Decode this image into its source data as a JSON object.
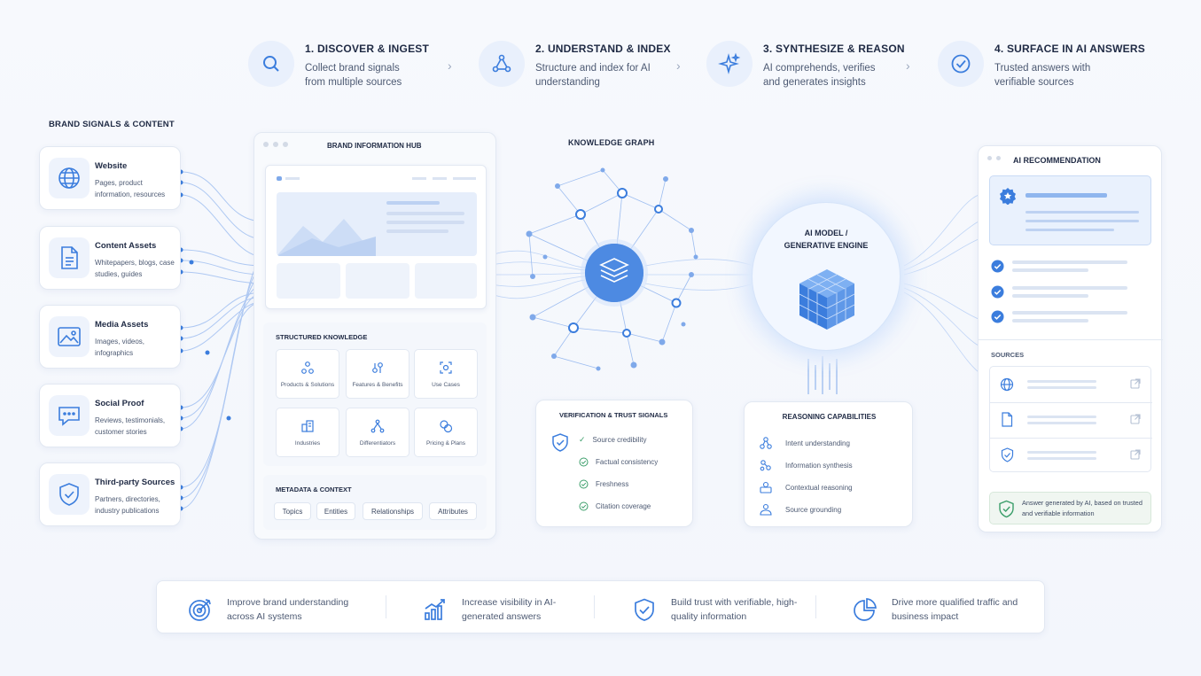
{
  "steps": [
    {
      "title": "1. DISCOVER & INGEST",
      "desc": "Collect brand signals from multiple sources",
      "icon": "search-icon"
    },
    {
      "title": "2. UNDERSTAND & INDEX",
      "desc": "Structure and index for AI understanding",
      "icon": "graph-icon"
    },
    {
      "title": "3. SYNTHESIZE & REASON",
      "desc": "AI comprehends, verifies and generates insights",
      "icon": "sparkle-icon"
    },
    {
      "title": "4. SURFACE IN AI ANSWERS",
      "desc": "Trusted answers with verifiable sources",
      "icon": "check-circle-icon"
    }
  ],
  "signals": {
    "title": "BRAND SIGNALS & CONTENT",
    "items": [
      {
        "title": "Website",
        "desc": "Pages, product information, resources",
        "icon": "globe-icon"
      },
      {
        "title": "Content Assets",
        "desc": "Whitepapers, blogs, case studies, guides",
        "icon": "document-icon"
      },
      {
        "title": "Media Assets",
        "desc": "Images, videos, infographics",
        "icon": "image-icon"
      },
      {
        "title": "Social Proof",
        "desc": "Reviews, testimonials, customer stories",
        "icon": "chat-icon"
      },
      {
        "title": "Third-party Sources",
        "desc": "Partners, directories, industry publications",
        "icon": "shield-icon"
      }
    ]
  },
  "hub": {
    "title": "BRAND INFORMATION HUB",
    "structured_title": "STRUCTURED KNOWLEDGE",
    "tiles": [
      "Products & Solutions",
      "Features & Benefits",
      "Use Cases",
      "Industries",
      "Differentiators",
      "Pricing & Plans"
    ],
    "metadata_title": "METADATA & CONTEXT",
    "tags": [
      "Topics",
      "Entities",
      "Relationships",
      "Attributes"
    ]
  },
  "graph": {
    "title": "KNOWLEDGE GRAPH"
  },
  "verification": {
    "title": "VERIFICATION & TRUST SIGNALS",
    "items": [
      "Source credibility",
      "Factual consistency",
      "Freshness",
      "Citation coverage"
    ]
  },
  "model": {
    "line1": "AI MODEL /",
    "line2": "GENERATIVE ENGINE"
  },
  "reasoning": {
    "title": "REASONING CAPABILITIES",
    "items": [
      "Intent understanding",
      "Information synthesis",
      "Contextual reasoning",
      "Source grounding"
    ]
  },
  "recommendation": {
    "title": "AI RECOMMENDATION",
    "sources_title": "SOURCES",
    "footer": "Answer generated by AI, based on trusted and verifiable information"
  },
  "benefits": [
    {
      "text": "Improve brand understanding across AI systems",
      "icon": "target-icon"
    },
    {
      "text": "Increase visibility in AI-generated answers",
      "icon": "growth-chart-icon"
    },
    {
      "text": "Build trust with verifiable, high-quality information",
      "icon": "shield-check-icon"
    },
    {
      "text": "Drive more qualified traffic and business impact",
      "icon": "pie-chart-icon"
    }
  ],
  "colors": {
    "accent": "#3b7ddd",
    "accent_light": "#e9f0fc",
    "text": "#1f2a44",
    "muted": "#4d5a73"
  }
}
